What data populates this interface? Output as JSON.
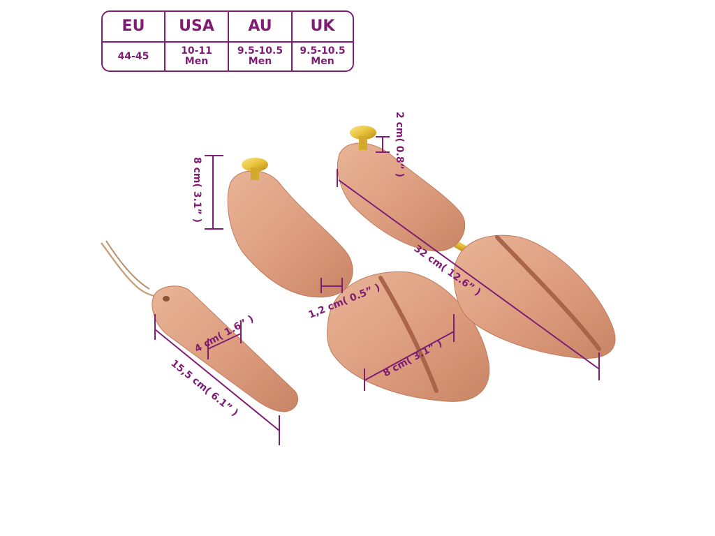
{
  "size_table": {
    "headers": [
      "EU",
      "USA",
      "AU",
      "UK"
    ],
    "values": [
      {
        "line1": "44-45",
        "line2": ""
      },
      {
        "line1": "10-11",
        "line2": "Men"
      },
      {
        "line1": "9.5-10.5",
        "line2": "Men"
      },
      {
        "line1": "9.5-10.5",
        "line2": "Men"
      }
    ]
  },
  "dimensions": {
    "tree_height": "8 cm( 3.1” )",
    "knob_height": "2 cm( 0.8” )",
    "total_length": "32 cm( 12.6” )",
    "rod_width": "1,2 cm( 0.5” )",
    "toe_width": "8 cm( 3.1” )",
    "horn_width": "4 cm( 1.6” )",
    "horn_length": "15,5 cm( 6.1” )"
  },
  "colors": {
    "accent": "#7f1d74",
    "cedar": "#e0a487",
    "cedar_dark": "#c47b5d",
    "brass": "#e8c23a"
  }
}
